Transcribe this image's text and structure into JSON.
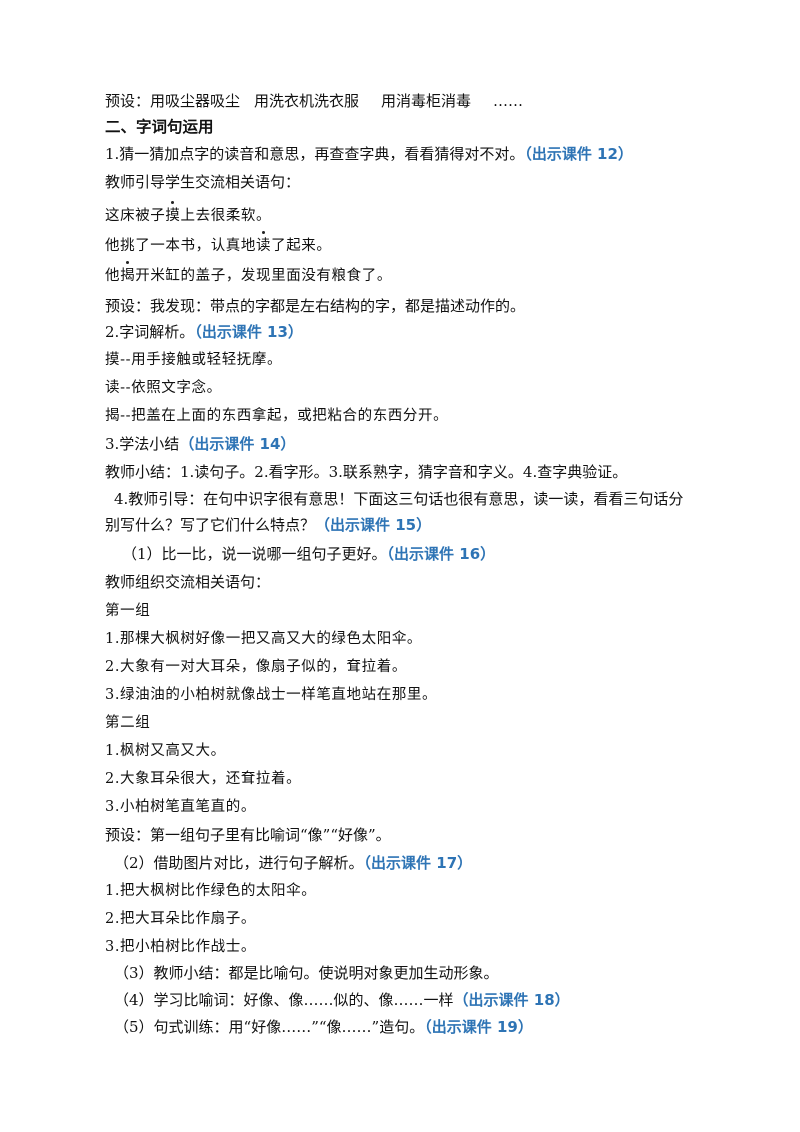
{
  "lines": {
    "l1": {
      "a": "预设：用吸尘器吸尘",
      "b": "用洗衣机洗衣服",
      "c": "用消毒柜消毒",
      "d": "……"
    },
    "l2": "二、字词句运用",
    "l3": {
      "text": "1.猜一猜加点字的读音和意思，再查查字典，看看猜得对不对。",
      "ref": "（出示课件 12）"
    },
    "l4": "教师引导学生交流相关语句：",
    "l5": {
      "pre": "这床被子",
      "dot": "摸",
      "post": "上去很柔软。"
    },
    "l6": {
      "pre": "他挑了一本书，认真地",
      "dot": "读",
      "post": "了起来。"
    },
    "l7": {
      "pre": "他",
      "dot": "揭",
      "post": "开米缸的盖子，发现里面没有粮食了。"
    },
    "l8": "预设：我发现：带点的字都是左右结构的字，都是描述动作的。",
    "l9": {
      "text": "2.字词解析。",
      "ref": "（出示课件 13）"
    },
    "l10": "摸--用手接触或轻轻抚摩。",
    "l11": "读--依照文字念。",
    "l12": "揭--把盖在上面的东西拿起，或把粘合的东西分开。",
    "l13": {
      "text": "3.学法小结",
      "ref": "（出示课件 14）"
    },
    "l14": "教师小结：1.读句子。2.看字形。3.联系熟字，猜字音和字义。4.查字典验证。",
    "l15": "4.教师引导：在句中识字很有意思！下面这三句话也很有意思，读一读，看看三句话分",
    "l16": {
      "text": "别写什么？写了它们什么特点？",
      "ref": "（出示课件 15）"
    },
    "l17": {
      "text": "（1）比一比，说一说哪一组句子更好。",
      "ref": "（出示课件 16）"
    },
    "l18": "教师组织交流相关语句：",
    "l19": "第一组",
    "l20": "1.那棵大枫树好像一把又高又大的绿色太阳伞。",
    "l21": "2.大象有一对大耳朵，像扇子似的，耷拉着。",
    "l22": "3.绿油油的小柏树就像战士一样笔直地站在那里。",
    "l23": "第二组",
    "l24": "1.枫树又高又大。",
    "l25": "2.大象耳朵很大，还耷拉着。",
    "l26": "3.小柏树笔直笔直的。",
    "l27": "预设：第一组句子里有比喻词“像”“好像”。",
    "l28": {
      "text": "（2）借助图片对比，进行句子解析。",
      "ref": "（出示课件 17）"
    },
    "l29": "1.把大枫树比作绿色的太阳伞。",
    "l30": "2.把大耳朵比作扇子。",
    "l31": "3.把小柏树比作战士。",
    "l32": "（3）教师小结：都是比喻句。使说明对象更加生动形象。",
    "l33": {
      "text": "（4）学习比喻词：好像、像……似的、像……一样",
      "ref": "（出示课件 18）"
    },
    "l34": {
      "text": "（5）句式训练：用“好像……”“像……”造句。",
      "ref": "（出示课件 19）"
    }
  },
  "colors": {
    "ref": "#2e74b5",
    "text": "#111111"
  }
}
